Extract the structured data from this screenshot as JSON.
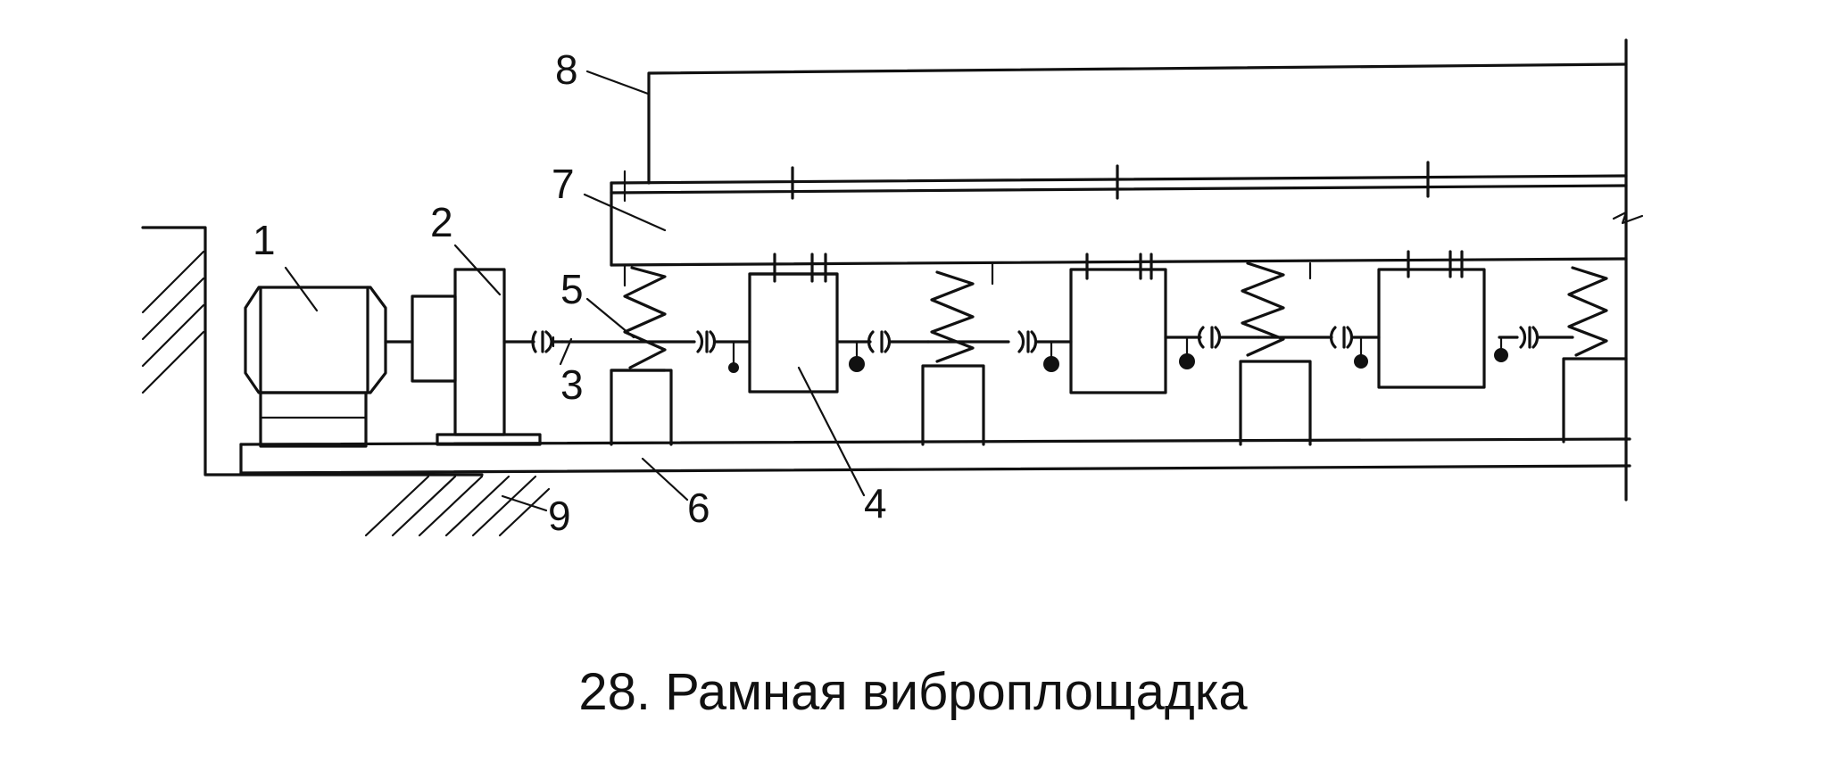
{
  "labels": {
    "l1": "1",
    "l2": "2",
    "l3": "3",
    "l4": "4",
    "l5": "5",
    "l6": "6",
    "l7": "7",
    "l8": "8",
    "l9": "9"
  },
  "caption": "28. Рамная виброплощадка"
}
